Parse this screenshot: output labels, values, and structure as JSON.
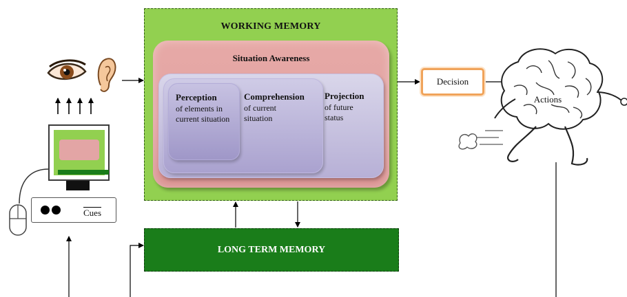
{
  "working_memory": {
    "title": "WORKING MEMORY",
    "situation_awareness": {
      "title": "Situation Awareness",
      "perception": {
        "heading": "Perception",
        "text": "of elements in current situation"
      },
      "comprehension": {
        "heading": "Comprehension",
        "text": "of current situation"
      },
      "projection": {
        "heading": "Projection",
        "text": "of future status"
      }
    }
  },
  "long_term_memory": {
    "title": "LONG TERM MEMORY"
  },
  "decision": {
    "label": "Decision"
  },
  "actions": {
    "label": "Actions"
  },
  "cues": {
    "label": "Cues"
  },
  "colors": {
    "working_memory": "#92d050",
    "situation_awareness": "#e3a5a5",
    "sa_stages": "#b7b0d6",
    "long_term_memory": "#1a7d1a",
    "decision_border": "#f0a35a"
  },
  "icons": [
    "eye-icon",
    "ear-icon",
    "monitor-icon",
    "mouse-icon",
    "keyboard-icon",
    "running-brain-icon"
  ]
}
